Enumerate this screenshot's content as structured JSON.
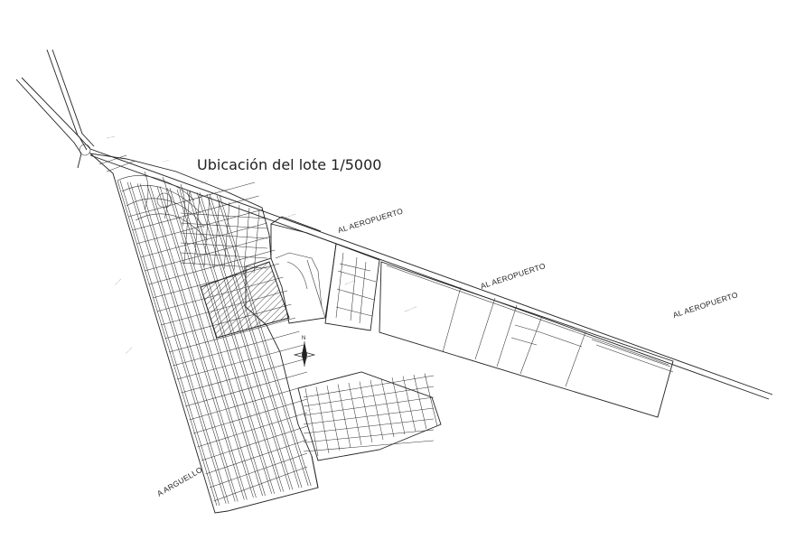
{
  "map": {
    "title": "Ubicación del lote 1/5000",
    "road_labels": {
      "airport_1": "AL AEROPUERTO",
      "airport_2": "AL AEROPUERTO",
      "airport_3": "AL AEROPUERTO",
      "arguello": "A ARGUELLO"
    },
    "north_label": "N",
    "colors": {
      "line": "#222222",
      "background": "#ffffff"
    }
  }
}
